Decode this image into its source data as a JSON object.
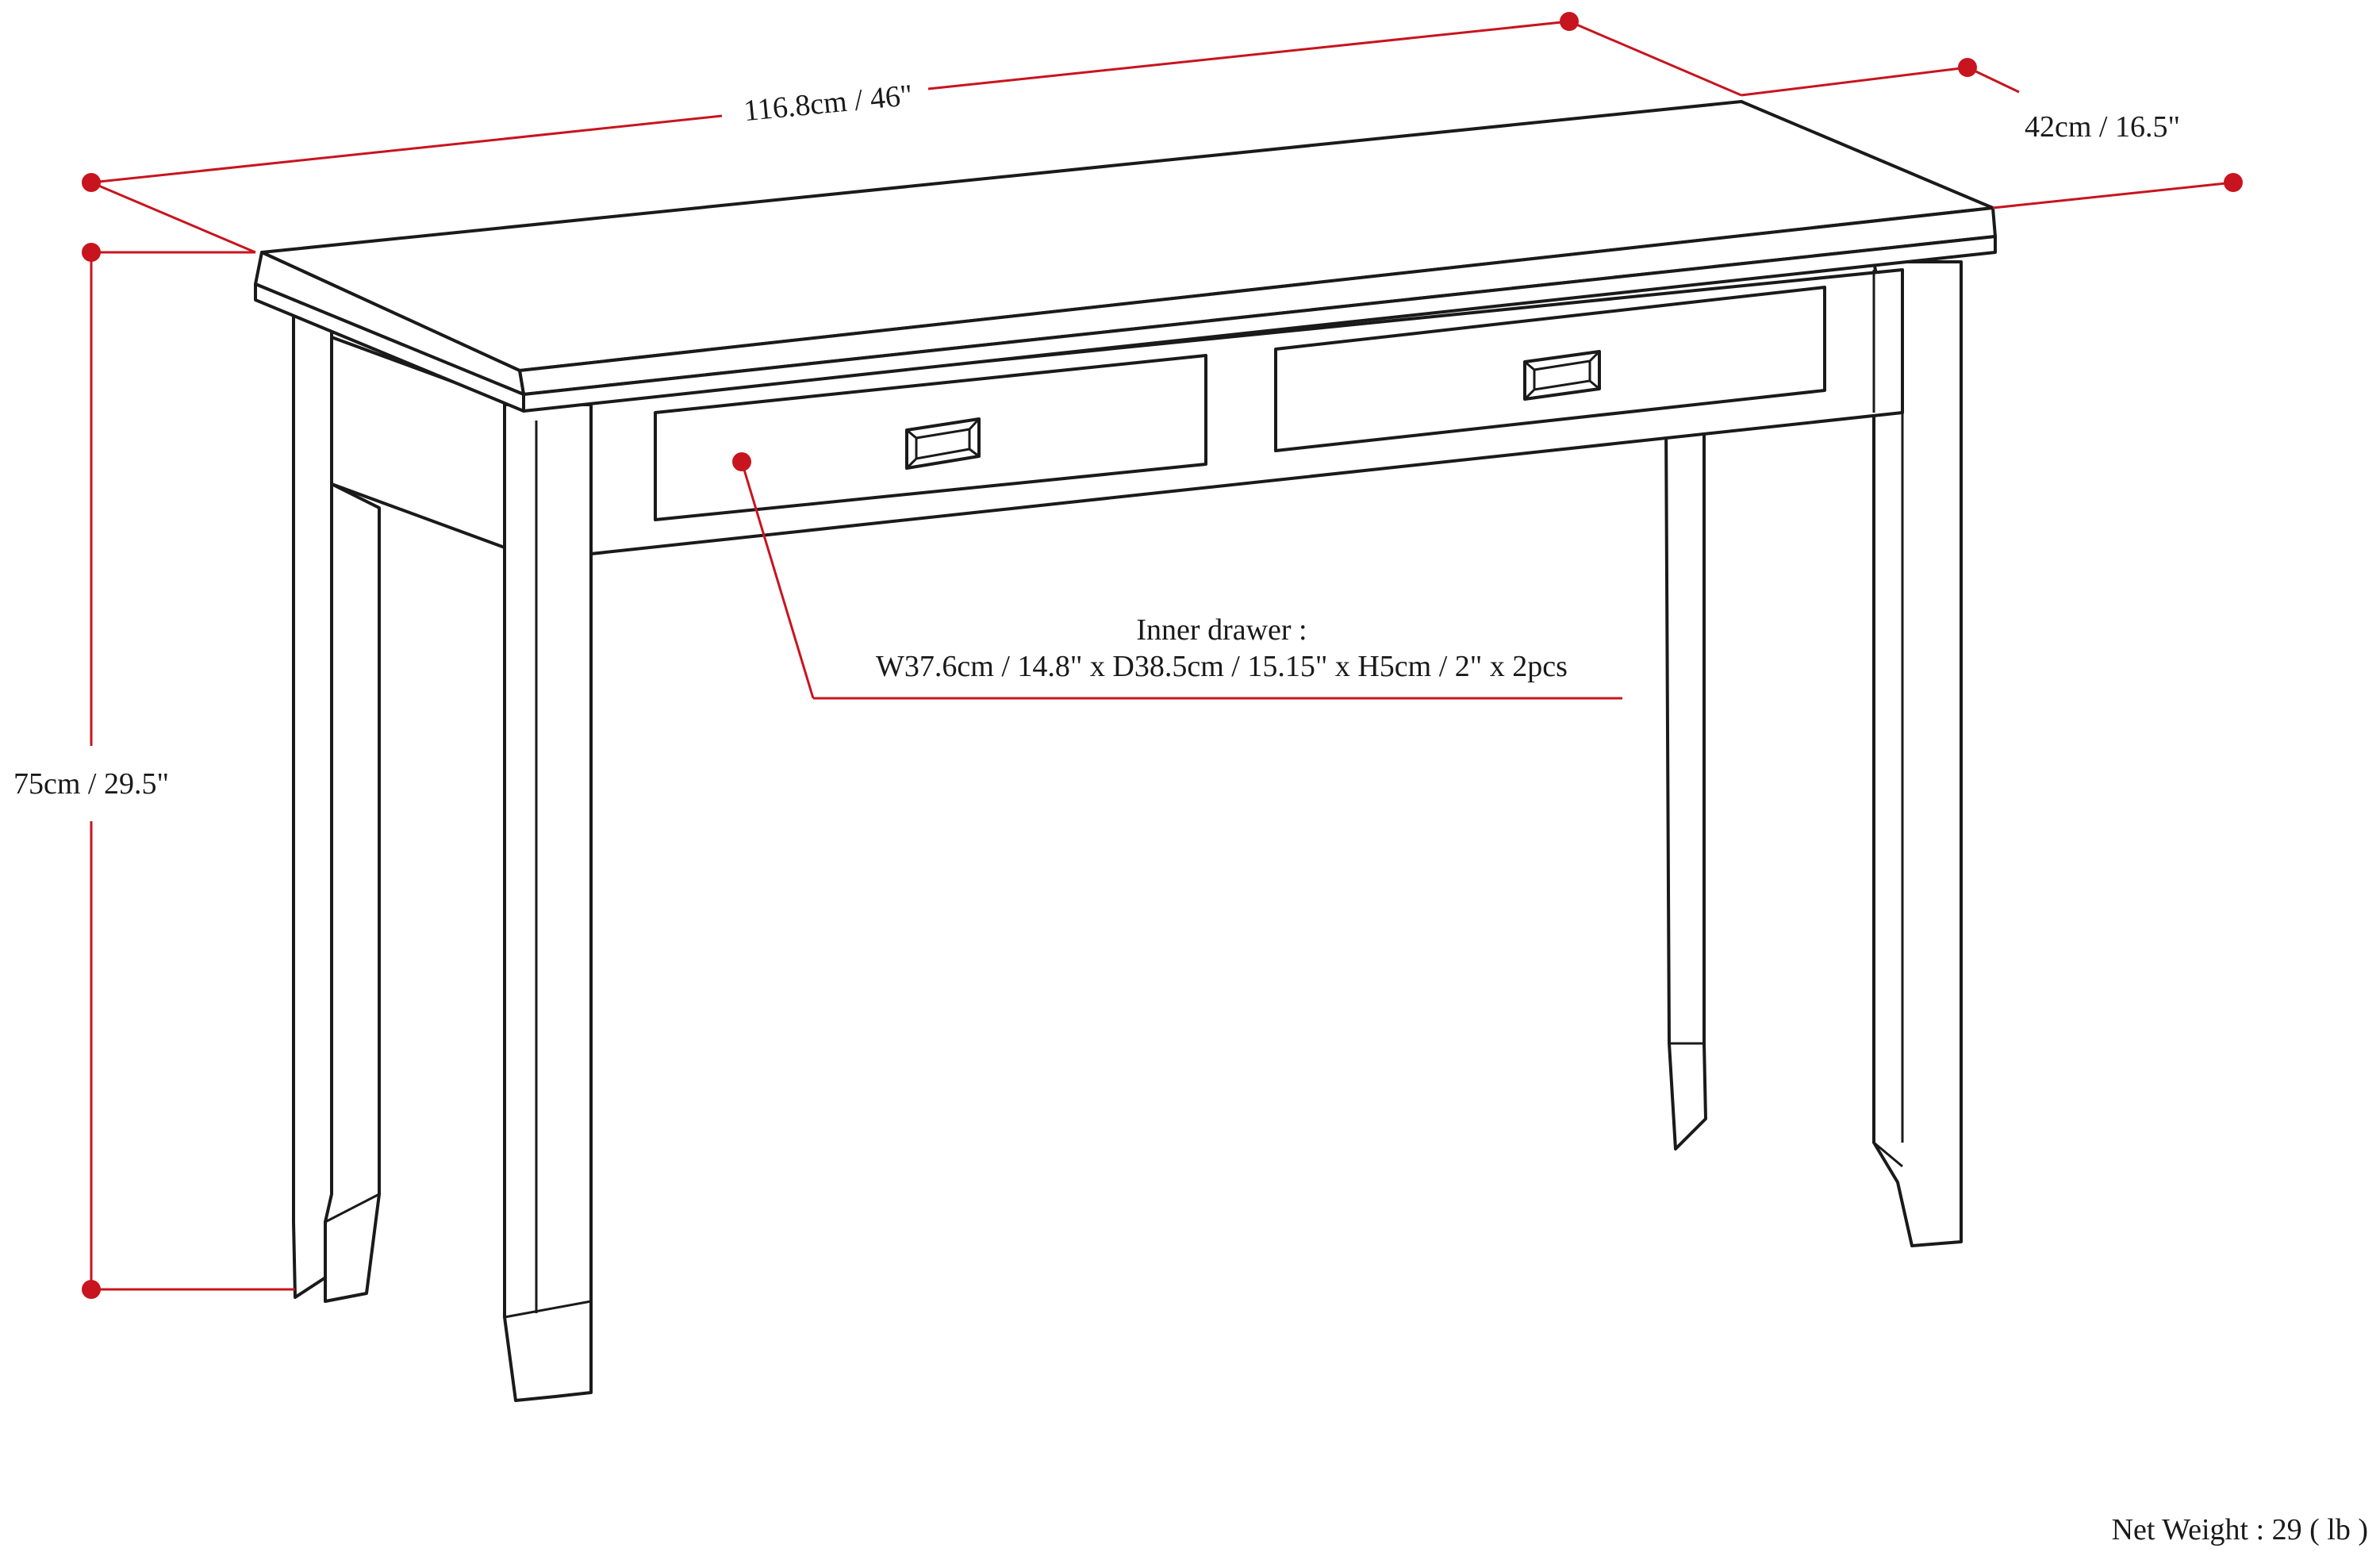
{
  "colors": {
    "dimension_line": "#c8141e",
    "outline": "#1a1a1a",
    "background": "#ffffff"
  },
  "dimensions": {
    "width": "116.8cm / 46\"",
    "depth": "42cm / 16.5\"",
    "height": "75cm / 29.5\""
  },
  "inner_drawer": {
    "title": "Inner drawer :",
    "spec": "W37.6cm / 14.8\" x D38.5cm / 15.15\" x H5cm / 2\" x 2pcs"
  },
  "net_weight": "Net Weight : 29 ( lb )"
}
